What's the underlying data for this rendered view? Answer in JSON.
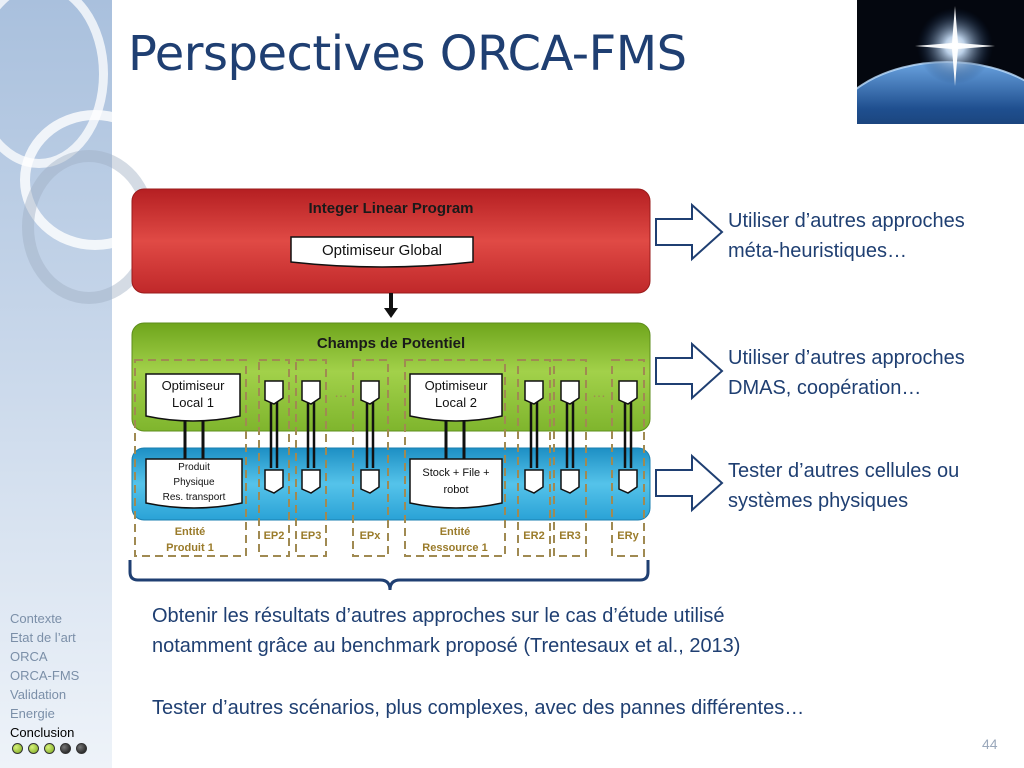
{
  "slide": {
    "title": "Perspectives ORCA-FMS",
    "page_number": "44"
  },
  "navigation": {
    "items": [
      "Contexte",
      "Etat de l’art",
      "ORCA",
      "ORCA-FMS",
      "Validation",
      "Energie",
      "Conclusion"
    ],
    "active": "Conclusion",
    "progress_dots": [
      "green",
      "green",
      "green",
      "dark",
      "dark"
    ]
  },
  "diagram": {
    "ilp_title": "Integer Linear Program",
    "global_optimizer": "Optimiseur Global",
    "potential_title": "Champs de Potentiel",
    "local1_line1": "Optimiseur",
    "local1_line2": "Local 1",
    "local2_line1": "Optimiseur",
    "local2_line2": "Local 2",
    "product_line1": "Produit",
    "product_line2": "Physique",
    "product_line3": "Res. transport",
    "stock_line1": "Stock + File +",
    "stock_line2": "robot",
    "entity_product_line1": "Entité",
    "entity_product_line2": "Produit 1",
    "entity_resource_line1": "Entité",
    "entity_resource_line2": "Ressource 1",
    "column_labels": [
      "EP2",
      "EP3",
      "EPx",
      "ER2",
      "ER3",
      "ERy"
    ],
    "colors": {
      "ilp": "#d22d2d",
      "potential": "#8bbd2c",
      "physical": "#2ea7d6",
      "dashed": "#a08a52",
      "label": "#9a7b2a"
    }
  },
  "perspectives": {
    "arrow1_line1": "Utiliser d’autres approches",
    "arrow1_line2": "méta-heuristiques…",
    "arrow2_line1": "Utiliser d’autres approches",
    "arrow2_line2": "DMAS, coopération…",
    "arrow3_line1": "Tester d’autres cellules ou",
    "arrow3_line2": "systèmes physiques"
  },
  "conclusion": {
    "line1": "Obtenir les résultats d’autres approches sur le cas d’étude utilisé",
    "line2": "notamment grâce au benchmark proposé (Trentesaux et al., 2013)",
    "line3": "Tester d’autres scénarios, plus complexes, avec des pannes différentes…"
  }
}
